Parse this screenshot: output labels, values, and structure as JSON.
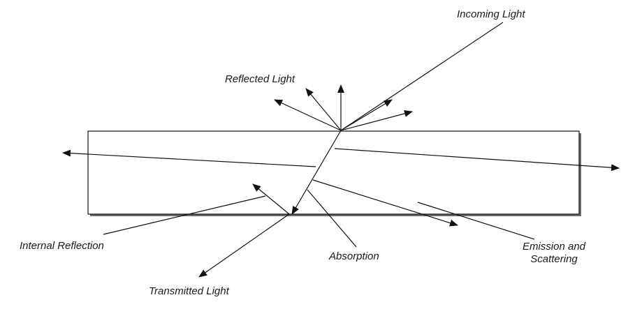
{
  "labels": {
    "incoming": "Incoming Light",
    "reflected": "Reflected Light",
    "internal_reflection": "Internal Reflection",
    "absorption": "Absorption",
    "emission_line1": "Emission and",
    "emission_line2": "Scattering",
    "transmitted": "Transmitted Light"
  },
  "colors": {
    "stroke": "#111111",
    "slab_fill": "#ffffff",
    "shadow": "#6b6b6b"
  }
}
